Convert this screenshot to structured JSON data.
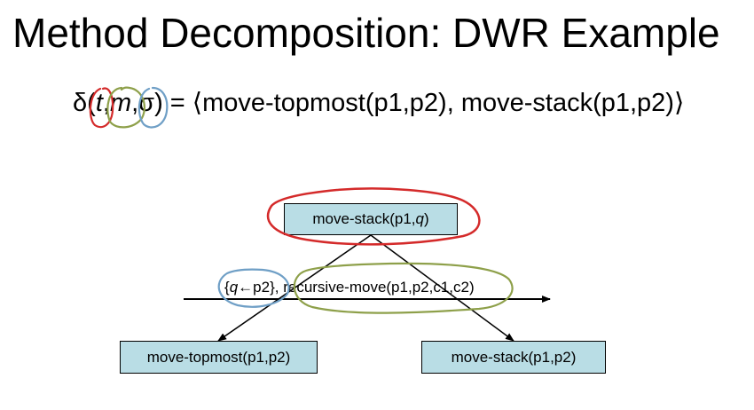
{
  "slide": {
    "title": "Method Decomposition: DWR Example",
    "formula": {
      "delta": "δ(",
      "t": "t",
      "comma1": ",",
      "m": "m",
      "comma2": ",",
      "sigma": "σ",
      "rhs": ") = ⟨move-topmost(p1,p2), move-stack(p1,p2)⟩"
    }
  },
  "diagram": {
    "root": {
      "prefix": "move-stack(p1,",
      "var": "q",
      "suffix": ")"
    },
    "edge_label": {
      "open": "{",
      "var": "q",
      "arrow_target": "←p2}",
      "sep": ", ",
      "rest": "recursive-move(p1,p2,c1,c2)"
    },
    "children": [
      {
        "label": "move-topmost(p1,p2)"
      },
      {
        "label": "move-stack(p1,p2)"
      }
    ]
  },
  "annotation_colors": {
    "red": "#d42a2a",
    "green": "#8ea04a",
    "blue": "#6f9fc6",
    "node_fill": "#b9dde5"
  }
}
